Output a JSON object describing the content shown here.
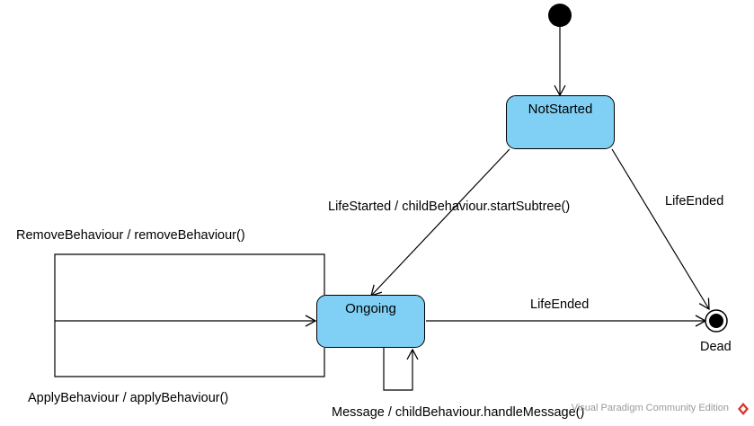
{
  "states": {
    "not_started": "NotStarted",
    "ongoing": "Ongoing",
    "final": "Dead"
  },
  "transitions": {
    "life_started": "LifeStarted / childBehaviour.startSubtree()",
    "life_ended_top": "LifeEnded",
    "life_ended_bottom": "LifeEnded",
    "remove_behaviour": "RemoveBehaviour / removeBehaviour()",
    "apply_behaviour": "ApplyBehaviour / applyBehaviour()",
    "message": "Message / childBehaviour.handleMessage()"
  },
  "watermark": "Visual Paradigm Community Edition",
  "colors": {
    "state_fill": "#7fd0f4",
    "line": "#000000",
    "watermark": "#9a9a9a",
    "watermark_icon": "#d9342b"
  }
}
